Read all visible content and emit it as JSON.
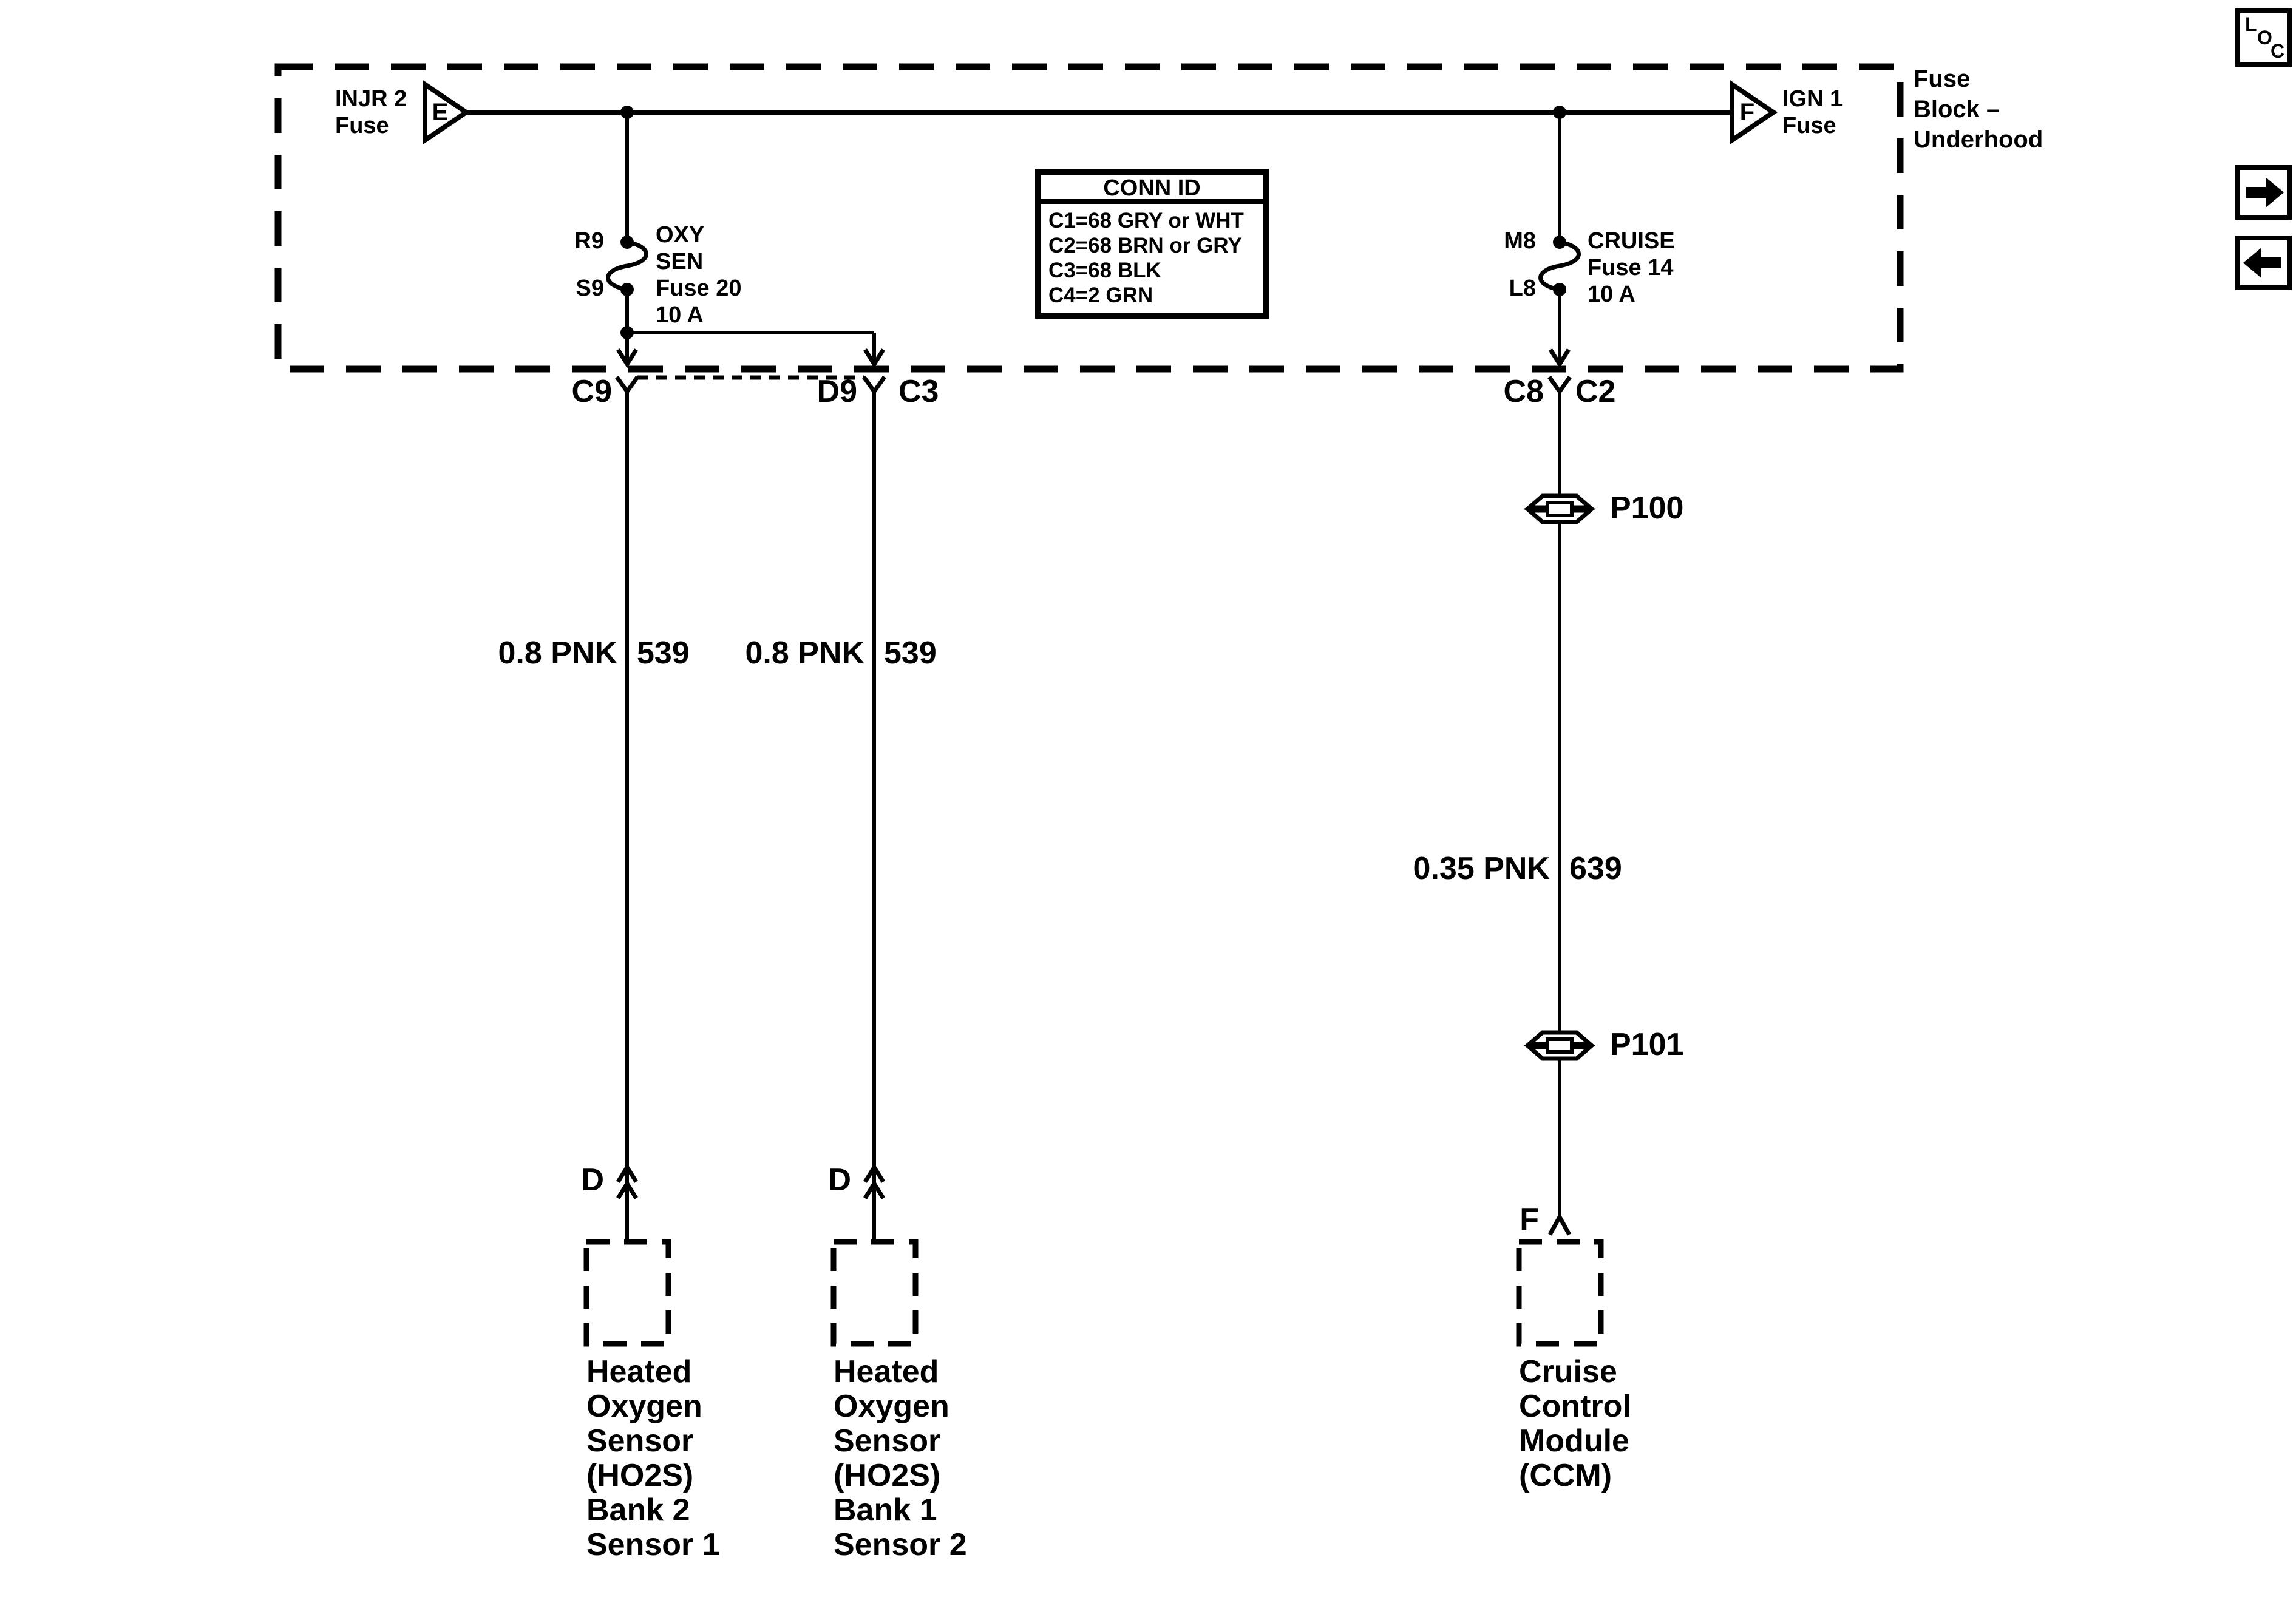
{
  "page": {
    "background": "#ffffff",
    "ink": "#000000"
  },
  "nav": {
    "loc_letters": [
      "L",
      "O",
      "C"
    ],
    "next_arrow": "right-arrow",
    "prev_arrow": "left-arrow"
  },
  "fuse_block": {
    "title": "Fuse\nBlock –\nUnderhood",
    "feed_left": {
      "label": "INJR 2\nFuse",
      "terminal": "E"
    },
    "feed_right": {
      "label": "IGN 1\nFuse",
      "terminal": "F"
    },
    "fuse_oxy": {
      "top_terminal": "R9",
      "bottom_terminal": "S9",
      "label": "OXY\nSEN\nFuse 20\n10 A"
    },
    "fuse_cruise": {
      "top_terminal": "M8",
      "bottom_terminal": "L8",
      "label": "CRUISE\nFuse 14\n10 A"
    }
  },
  "conn_id": {
    "title": "CONN ID",
    "rows": [
      "C1=68 GRY or WHT",
      "C2=68 BRN or GRY",
      "C3=68 BLK",
      "C4=2 GRN"
    ]
  },
  "connectors": {
    "c9": "C9",
    "d9": "D9",
    "c3": "C3",
    "c8": "C8",
    "c2": "C2",
    "p100": "P100",
    "p101": "P101"
  },
  "wires": {
    "left": {
      "label": "0.8 PNK",
      "circuit": "539"
    },
    "middle": {
      "label": "0.8 PNK",
      "circuit": "539"
    },
    "right": {
      "label": "0.35 PNK",
      "circuit": "639"
    }
  },
  "components": {
    "ho2s_b2s1": {
      "pin": "D",
      "name": "Heated\nOxygen\nSensor\n(HO2S)\nBank 2\nSensor 1"
    },
    "ho2s_b1s2": {
      "pin": "D",
      "name": "Heated\nOxygen\nSensor\n(HO2S)\nBank 1\nSensor 2"
    },
    "ccm": {
      "pin": "F",
      "name": "Cruise\nControl\nModule\n(CCM)"
    }
  }
}
